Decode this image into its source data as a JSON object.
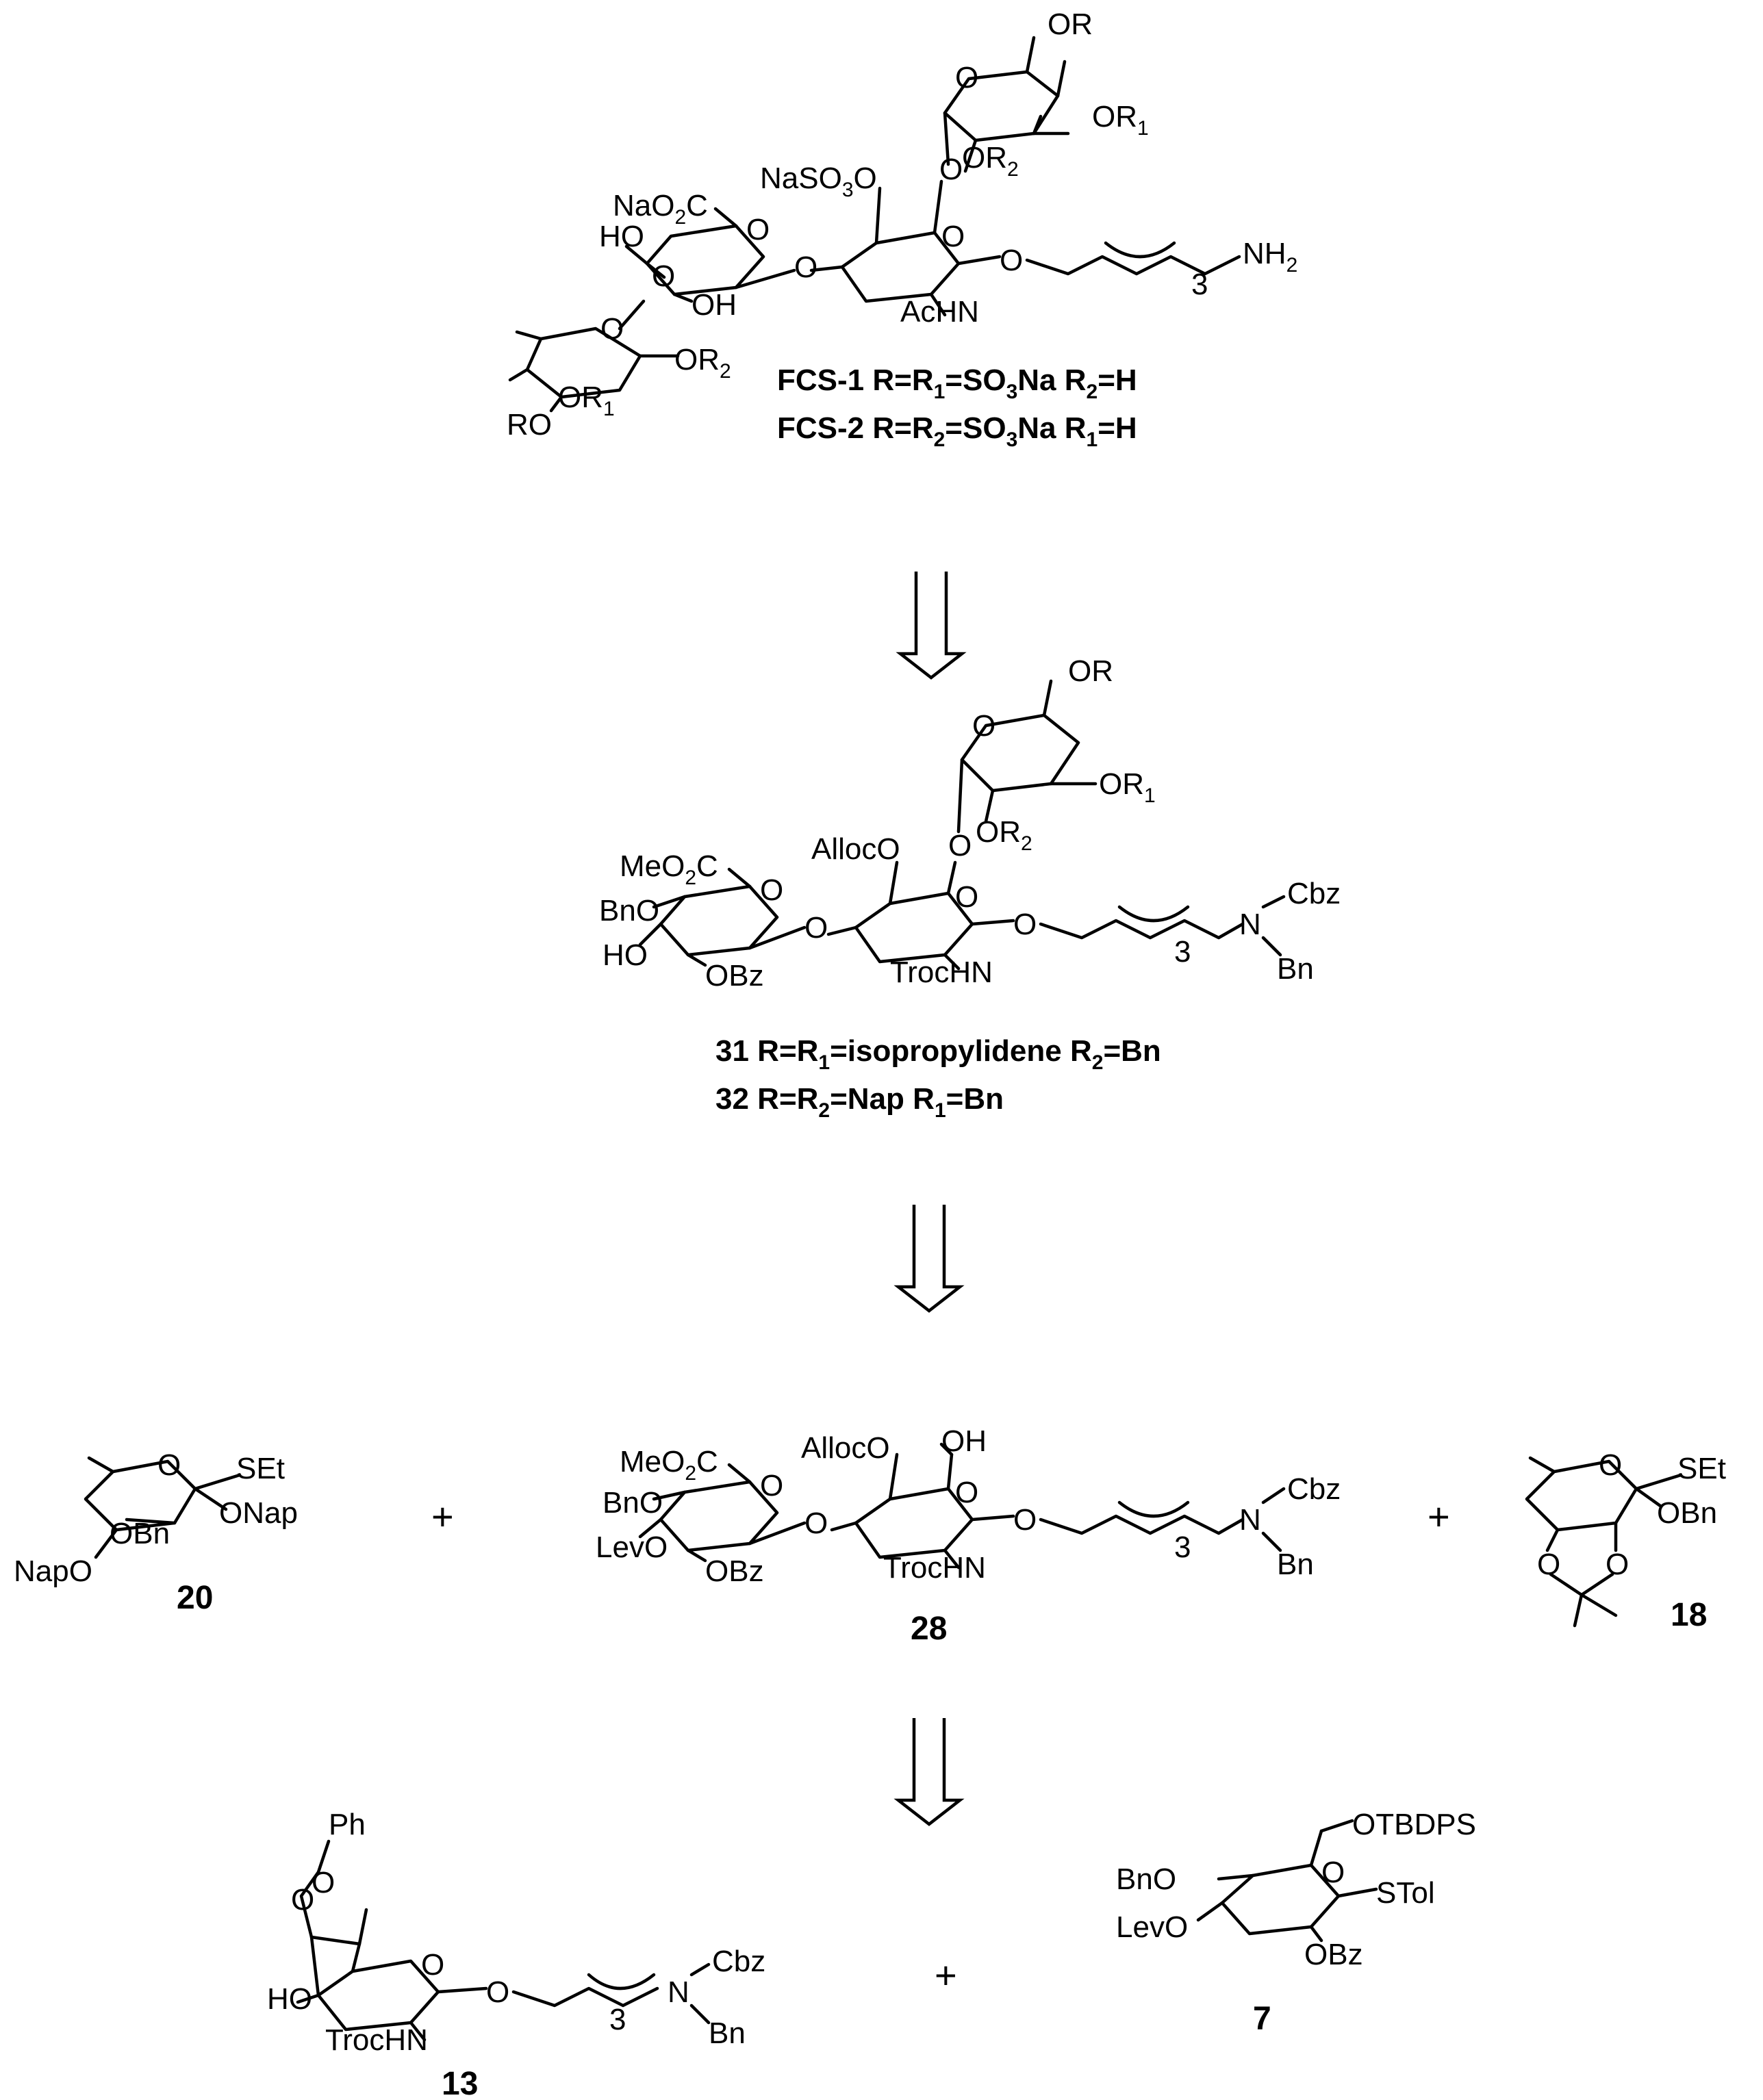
{
  "labels": {
    "fcs1": "FCS-1 R=R1=SO3Na R2=H",
    "fcs2": "FCS-2 R=R2=SO3Na R1=H",
    "c31": "31 R=R1=isopropylidene R2=Bn",
    "c32": "32 R=R2=Nap R1=Bn",
    "c20": "20",
    "c28": "28",
    "c18": "18",
    "c13": "13",
    "c7": "7"
  },
  "fragments": {
    "nh2": "NH2",
    "naso3o": "NaSO3O",
    "nao2c": "NaO2C",
    "meo2c": "MeO2C",
    "acHN": "AcHN",
    "trocHN": "TrocHN",
    "allocO": "AllocO",
    "bnO": "BnO",
    "levO": "LevO",
    "napO": "NapO",
    "onap": "ONap",
    "obn": "OBn",
    "obz": "OBz",
    "oh": "OH",
    "ho": "HO",
    "or": "OR",
    "ro": "RO",
    "or1": "OR1",
    "or2": "OR2",
    "o": "O",
    "n": "N",
    "cbz": "Cbz",
    "bn": "Bn",
    "set": "SEt",
    "stol": "STol",
    "otbdps": "OTBDPS",
    "ph": "Ph",
    "three": "3",
    "plus": "+"
  }
}
